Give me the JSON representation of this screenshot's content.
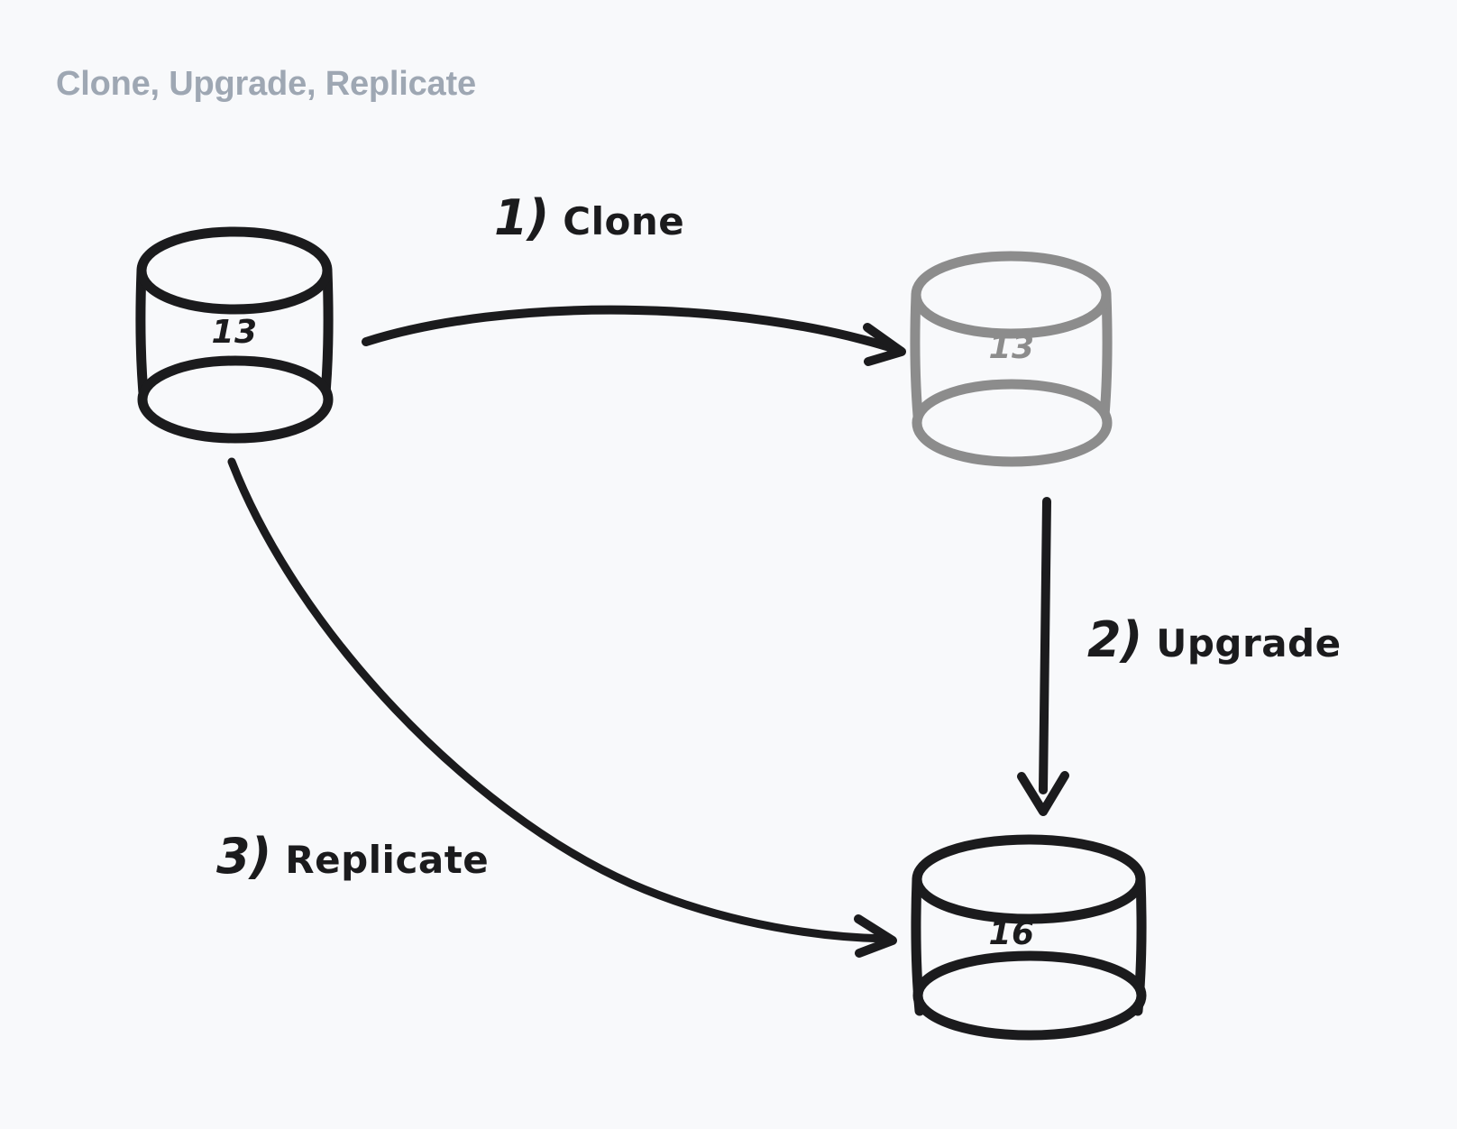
{
  "title": "Clone, Upgrade, Replicate",
  "background_color": "#f8f9fb",
  "title_color": "#9ea7b3",
  "ink_color": "#1b1b1d",
  "muted_ink_color": "#8c8c8c",
  "nodes": [
    {
      "id": "db-primary",
      "name": "primary-database",
      "type": "database-cylinder",
      "value": "13",
      "color": "#1b1b1d",
      "state": "active"
    },
    {
      "id": "db-clone",
      "name": "cloned-database",
      "type": "database-cylinder",
      "value": "13",
      "color": "#8c8c8c",
      "state": "faded"
    },
    {
      "id": "db-upgraded",
      "name": "upgraded-database",
      "type": "database-cylinder",
      "value": "16",
      "color": "#1b1b1d",
      "state": "active"
    }
  ],
  "edges": [
    {
      "id": "edge-clone",
      "number": "1)",
      "label": "Clone",
      "from": "db-primary",
      "to": "db-clone",
      "color": "#1b1b1d"
    },
    {
      "id": "edge-upgrade",
      "number": "2)",
      "label": "Upgrade",
      "from": "db-clone",
      "to": "db-upgraded",
      "color": "#1b1b1d"
    },
    {
      "id": "edge-replicate",
      "number": "3)",
      "label": "Replicate",
      "from": "db-primary",
      "to": "db-upgraded",
      "color": "#1b1b1d"
    }
  ]
}
